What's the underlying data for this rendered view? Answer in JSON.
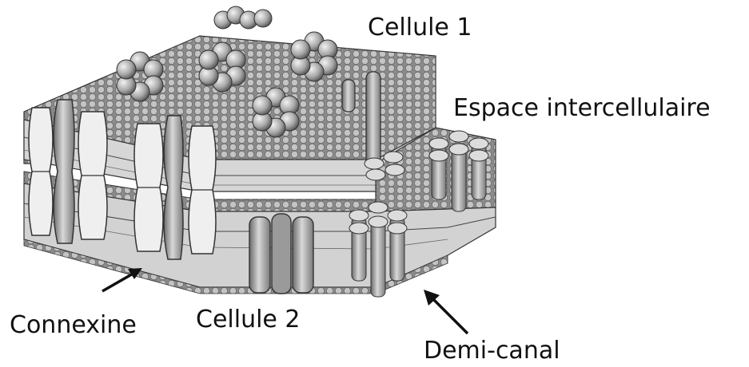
{
  "labels": {
    "cellule1": "Cellule 1",
    "espace": "Espace intercellulaire",
    "connexine": "Connexine",
    "cellule2": "Cellule 2",
    "demi_canal": "Demi-canal"
  },
  "colors": {
    "bead": "#b4b4b4",
    "membrane": "#d9d9d9",
    "channel": "#e9e9e9",
    "outline": "#333333",
    "text": "#111111"
  },
  "icons": [
    "connexon-channel-icon",
    "hexamer-icon",
    "arrow-icon"
  ]
}
